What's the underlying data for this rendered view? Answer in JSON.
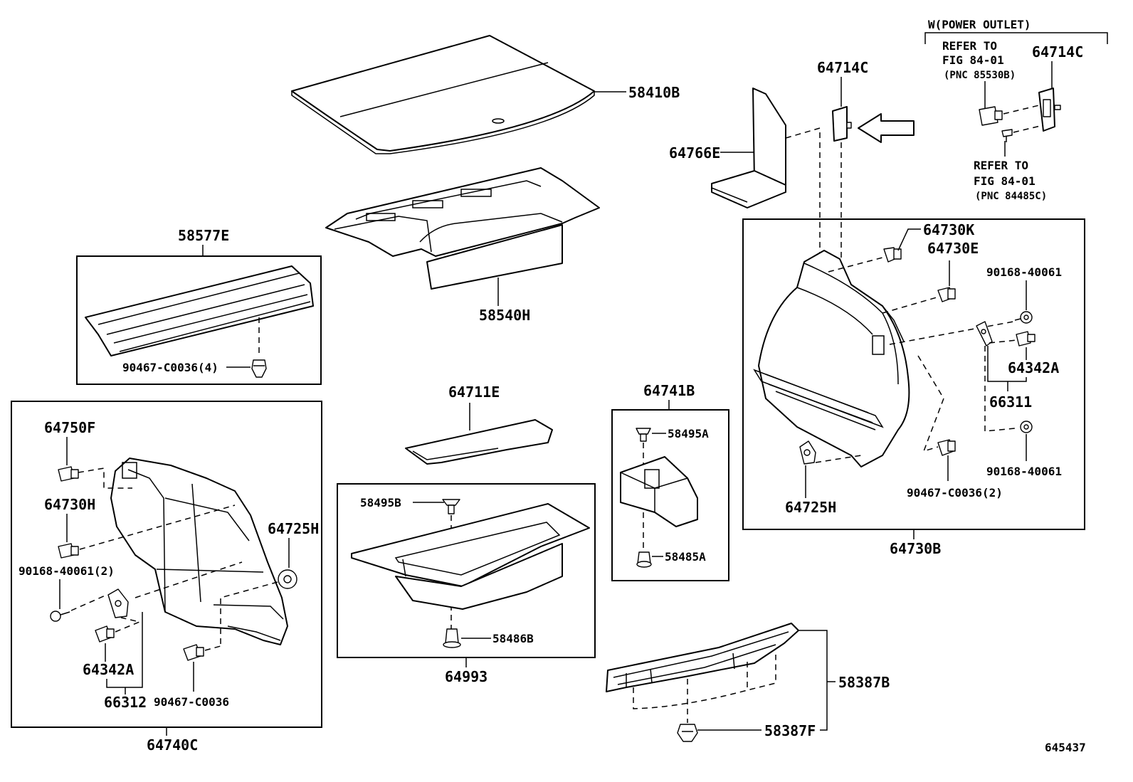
{
  "labels": {
    "p58410B": "58410B",
    "p58540H": "58540H",
    "p58577E": "58577E",
    "p90467_4": "90467-C0036(4)",
    "p64711E": "64711E",
    "p58495B": "58495B",
    "p58486B": "58486B",
    "p64993": "64993",
    "p64741B": "64741B",
    "p58495A": "58495A",
    "p58485A": "58485A",
    "p64766E": "64766E",
    "p64714C_a": "64714C",
    "p64714C_b": "64714C",
    "power_outlet": "W(POWER OUTLET)",
    "refer1_a": "REFER TO",
    "refer1_b": "FIG 84-01",
    "refer1_c": "(PNC 85530B)",
    "refer2_a": "REFER TO",
    "refer2_b": "FIG 84-01",
    "refer2_c": "(PNC 84485C)",
    "p64730K": "64730K",
    "p64730E": "64730E",
    "p90168_a": "90168-40061",
    "p90168_b": "90168-40061",
    "p64342A_r": "64342A",
    "p66311": "66311",
    "p64725H_r": "64725H",
    "p90467_2": "90467-C0036(2)",
    "p64730B": "64730B",
    "p64750F": "64750F",
    "p64730H": "64730H",
    "p90168_2": "90168-40061(2)",
    "p64725H_l": "64725H",
    "p64342A_l": "64342A",
    "p66312": "66312",
    "p90467_l": "90467-C0036",
    "p64740C": "64740C",
    "p58387B": "58387B",
    "p58387F": "58387F",
    "figure_id": "645437"
  }
}
